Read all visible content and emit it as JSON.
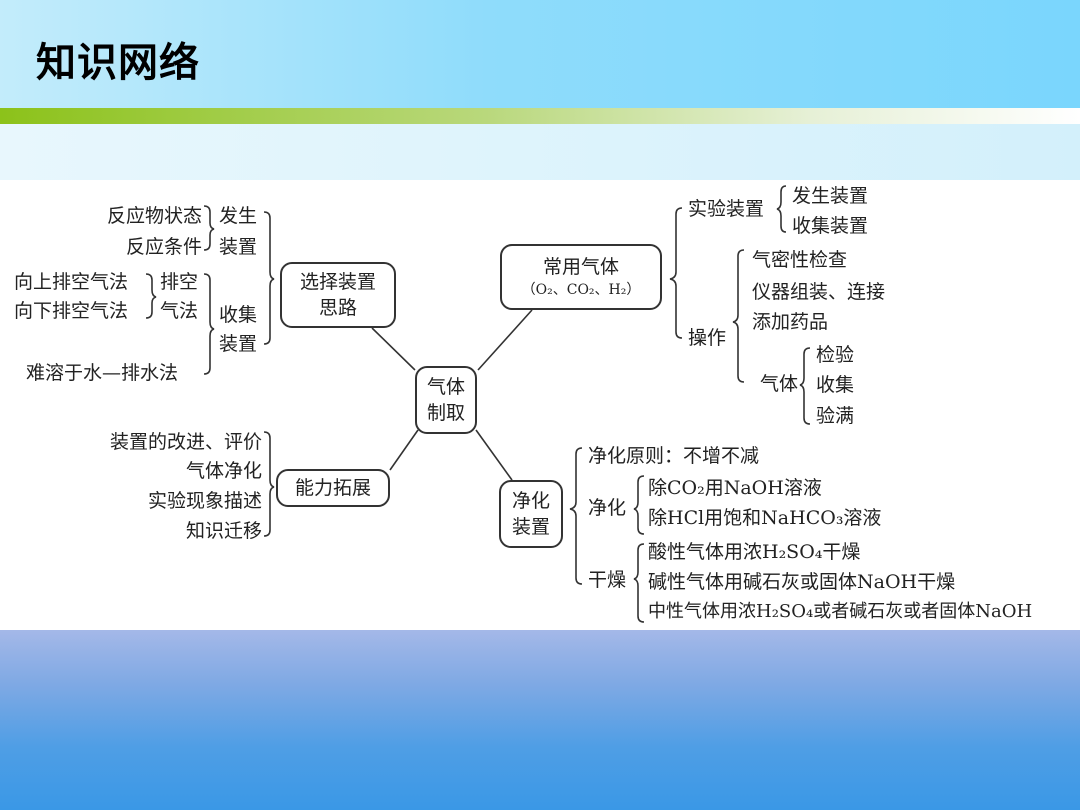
{
  "header": {
    "title": "知识网络"
  },
  "center": {
    "line1": "气体",
    "line2": "制取"
  },
  "choose": {
    "node": {
      "line1": "选择装置",
      "line2": "思路"
    },
    "fasheng_label": [
      "发生",
      "装置"
    ],
    "fasheng_items": [
      "反应物状态",
      "反应条件"
    ],
    "shouji_label": [
      "收集",
      "装置"
    ],
    "paikong_label": [
      "排空",
      "气法"
    ],
    "paikong_items": [
      "向上排空气法",
      "向下排空气法"
    ],
    "water": "难溶于水—排水法"
  },
  "ability": {
    "node": "能力拓展",
    "items": [
      "装置的改进、评价",
      "气体净化",
      "实验现象描述",
      "知识迁移"
    ]
  },
  "common": {
    "node": {
      "line1": "常用气体",
      "line2": "（O₂、CO₂、H₂）"
    },
    "apparatus_label": "实验装置",
    "apparatus_items": [
      "发生装置",
      "收集装置"
    ],
    "operation_label": "操作",
    "operation_items": [
      "气密性检查",
      "仪器组装、连接",
      "添加药品"
    ],
    "gas_label": "气体",
    "gas_items": [
      "检验",
      "收集",
      "验满"
    ]
  },
  "purify": {
    "node": {
      "line1": "净化",
      "line2": "装置"
    },
    "principle": "净化原则：不增不减",
    "purify_label": "净化",
    "purify_items": [
      "除CO₂用NaOH溶液",
      "除HCl用饱和NaHCO₃溶液"
    ],
    "dry_label": "干燥",
    "dry_items": [
      "酸性气体用浓H₂SO₄干燥",
      "碱性气体用碱石灰或固体NaOH干燥",
      "中性气体用浓H₂SO₄或者碱石灰或者固体NaOH"
    ]
  }
}
